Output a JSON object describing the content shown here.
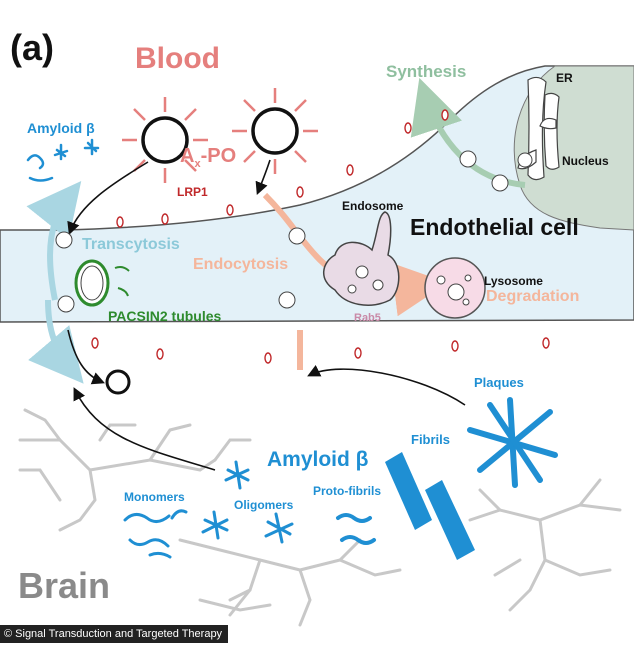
{
  "labels": {
    "panel": "(a)",
    "blood": "Blood",
    "synthesis": "Synthesis",
    "er": "ER",
    "nucleus": "Nucleus",
    "amyloid_top": "Amyloid β",
    "axpo_prefix": "A",
    "axpo_sub": "x",
    "axpo_suffix": "-PO",
    "lrp1": "LRP1",
    "endosome": "Endosome",
    "endothelial_cell": "Endothelial cell",
    "transcytosis": "Transcytosis",
    "endocytosis": "Endocytosis",
    "lysosome": "Lysosome",
    "degradation": "Degradation",
    "rab5": "Rab5",
    "pacsin": "PACSIN2 tubules",
    "plaques": "Plaques",
    "fibrils": "Fibrils",
    "amyloid_bottom": "Amyloid β",
    "monomers": "Monomers",
    "oligomers": "Oligomers",
    "protofibrils": "Proto-fibrils",
    "brain": "Brain"
  },
  "credit": "© Signal Transduction and Targeted Therapy",
  "colors": {
    "cell_fill": "#e3f1f8",
    "blood_text": "#e57f7d",
    "amyloid_blue": "#1f8fd3",
    "receptor_red": "#c0282a",
    "transcytosis_teal": "#8cc9d9",
    "endocytosis_peach": "#f4b69c",
    "synthesis_green": "#8fbf9f",
    "pacsin_green": "#2e8b2e",
    "nucleus_green": "#cfddd2",
    "endosome_lilac": "#e9dbe6",
    "lysosome_pink": "#f7dbe7",
    "brain_gray": "#8a8a8a",
    "neuron_gray": "#c8c8c8"
  }
}
